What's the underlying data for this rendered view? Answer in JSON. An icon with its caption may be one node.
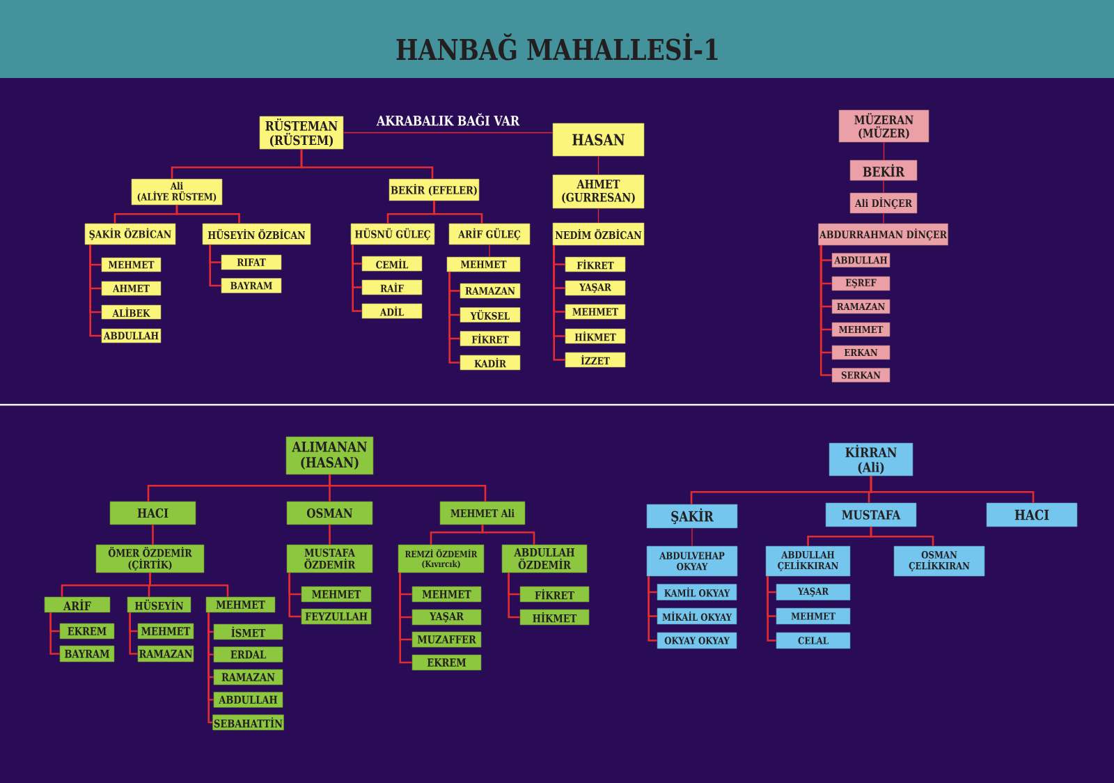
{
  "diagram": {
    "title": "HANBAĞ MAHALLESİ-1",
    "nodes": [
      {
        "text": [
          "RÜSTEMAN (RÜSTEM)"
        ]
      },
      {
        "text": [
          "HASAN"
        ]
      },
      {
        "text": [
          "Ali (ALİYE RÜSTEM)"
        ]
      },
      {
        "text": [
          "BEKİR (EFELER)"
        ]
      },
      {
        "text": [
          "ŞAKİR ÖZBİCAN"
        ]
      },
      {
        "text": [
          "HÜSEYİN ÖZBİCAN"
        ]
      },
      {
        "text": [
          "HÜSNÜ GÜLEÇ"
        ]
      },
      {
        "text": [
          "ARİF GÜLEÇ"
        ]
      },
      {
        "text": [
          "MEHMET"
        ]
      },
      {
        "text": [
          "AHMET"
        ]
      },
      {
        "text": [
          "ALİBEK"
        ]
      },
      {
        "text": [
          "ABDULLAH"
        ]
      },
      {
        "text": [
          "RIFAT"
        ]
      },
      {
        "text": [
          "BAYRAM"
        ]
      },
      {
        "text": [
          "CEMİL"
        ]
      },
      {
        "text": [
          "RAİF"
        ]
      },
      {
        "text": [
          "ADİL"
        ]
      },
      {
        "text": [
          "MEHMET"
        ]
      },
      {
        "text": [
          "RAMAZAN"
        ]
      },
      {
        "text": [
          "YÜKSEL"
        ]
      },
      {
        "text": [
          "FİKRET"
        ]
      },
      {
        "text": [
          "KADİR"
        ]
      },
      {
        "text": [
          "AHMET (GURRESAN)"
        ]
      },
      {
        "text": [
          "NEDİM ÖZBİCAN"
        ]
      },
      {
        "text": [
          "FİKRET"
        ]
      },
      {
        "text": [
          "YAŞAR"
        ]
      },
      {
        "text": [
          "MEHMET"
        ]
      },
      {
        "text": [
          "HİKMET"
        ]
      },
      {
        "text": [
          "İZZET"
        ]
      },
      {
        "text": [
          "MÜZERAN (MÜZER)"
        ]
      },
      {
        "text": [
          "BEKİR"
        ]
      },
      {
        "text": [
          "Ali DİNÇER"
        ]
      },
      {
        "text": [
          "ABDURRAHMAN DİNÇER"
        ]
      },
      {
        "text": [
          "ABDULLAH"
        ]
      },
      {
        "text": [
          "EŞREF"
        ]
      },
      {
        "text": [
          "RAMAZAN"
        ]
      },
      {
        "text": [
          "MEHMET"
        ]
      },
      {
        "text": [
          "ERKAN"
        ]
      },
      {
        "text": [
          "SERKAN"
        ]
      },
      {
        "text": [
          "ALIMANAN (HASAN)"
        ]
      },
      {
        "text": [
          "HACI"
        ]
      },
      {
        "text": [
          "OSMAN"
        ]
      },
      {
        "text": [
          "MEHMET Ali"
        ]
      },
      {
        "text": [
          "ÖMER ÖZDEMİR (ÇİRTİK)"
        ]
      },
      {
        "text": [
          "MUSTAFA ÖZDEMİR"
        ]
      },
      {
        "text": [
          "REMZİ ÖZDEMİR (Kıvırcık)"
        ]
      },
      {
        "text": [
          "ABDULLAH ÖZDEMİR"
        ]
      },
      {
        "text": [
          "ARİF"
        ]
      },
      {
        "text": [
          "HÜSEYİN"
        ]
      },
      {
        "text": [
          "MEHMET"
        ]
      },
      {
        "text": [
          "EKREM"
        ]
      },
      {
        "text": [
          "BAYRAM"
        ]
      },
      {
        "text": [
          "MEHMET"
        ]
      },
      {
        "text": [
          "RAMAZAN"
        ]
      },
      {
        "text": [
          "İSMET"
        ]
      },
      {
        "text": [
          "ERDAL"
        ]
      },
      {
        "text": [
          "RAMAZAN"
        ]
      },
      {
        "text": [
          "ABDULLAH"
        ]
      },
      {
        "text": [
          "SEBAHATTİN"
        ]
      },
      {
        "text": [
          "MEHMET"
        ]
      },
      {
        "text": [
          "FEYZULLAH"
        ]
      },
      {
        "text": [
          "MEHMET"
        ]
      },
      {
        "text": [
          "YAŞAR"
        ]
      },
      {
        "text": [
          "MUZAFFER"
        ]
      },
      {
        "text": [
          "EKREM"
        ]
      },
      {
        "text": [
          "FİKRET"
        ]
      },
      {
        "text": [
          "HİKMET"
        ]
      },
      {
        "text": [
          "KİRRAN (Ali)"
        ]
      },
      {
        "text": [
          "ŞAKİR"
        ]
      },
      {
        "text": [
          "MUSTAFA"
        ]
      },
      {
        "text": [
          "HACI"
        ]
      },
      {
        "text": [
          "ABDULVEHAP OKYAY"
        ]
      },
      {
        "text": [
          "ABDULLAH ÇELİKKIRAN"
        ]
      },
      {
        "text": [
          "OSMAN ÇELİKKIRAN"
        ]
      },
      {
        "text": [
          "KAMİL OKYAY"
        ]
      },
      {
        "text": [
          "MİKAİL OKYAY"
        ]
      },
      {
        "text": [
          "OKYAY OKYAY"
        ]
      },
      {
        "text": [
          "YAŞAR"
        ]
      },
      {
        "text": [
          "MEHMET"
        ]
      },
      {
        "text": [
          "CELAL"
        ]
      }
    ],
    "edges": [
      {
        "from": 0,
        "to": 1,
        "arrow": "none",
        "label": "AKRABALIK BAĞI VAR"
      },
      {
        "from": 0,
        "to": 2,
        "arrow": "none"
      },
      {
        "from": 0,
        "to": 3,
        "arrow": "none"
      },
      {
        "from": 1,
        "to": 22,
        "arrow": "none"
      },
      {
        "from": 2,
        "to": 4,
        "arrow": "none"
      },
      {
        "from": 2,
        "to": 5,
        "arrow": "none"
      },
      {
        "from": 3,
        "to": 6,
        "arrow": "none"
      },
      {
        "from": 3,
        "to": 7,
        "arrow": "none"
      },
      {
        "from": 4,
        "to": 8,
        "arrow": "none"
      },
      {
        "from": 4,
        "to": 9,
        "arrow": "none"
      },
      {
        "from": 4,
        "to": 10,
        "arrow": "none"
      },
      {
        "from": 4,
        "to": 11,
        "arrow": "none"
      },
      {
        "from": 5,
        "to": 12,
        "arrow": "none"
      },
      {
        "from": 5,
        "to": 13,
        "arrow": "none"
      },
      {
        "from": 6,
        "to": 14,
        "arrow": "none"
      },
      {
        "from": 6,
        "to": 15,
        "arrow": "none"
      },
      {
        "from": 6,
        "to": 16,
        "arrow": "none"
      },
      {
        "from": 7,
        "to": 17,
        "arrow": "none"
      },
      {
        "from": 17,
        "to": 18,
        "arrow": "none"
      },
      {
        "from": 17,
        "to": 19,
        "arrow": "none"
      },
      {
        "from": 17,
        "to": 20,
        "arrow": "none"
      },
      {
        "from": 17,
        "to": 21,
        "arrow": "none"
      },
      {
        "from": 22,
        "to": 23,
        "arrow": "none"
      },
      {
        "from": 23,
        "to": 24,
        "arrow": "none"
      },
      {
        "from": 23,
        "to": 25,
        "arrow": "none"
      },
      {
        "from": 23,
        "to": 26,
        "arrow": "none"
      },
      {
        "from": 23,
        "to": 27,
        "arrow": "none"
      },
      {
        "from": 23,
        "to": 28,
        "arrow": "none"
      },
      {
        "from": 29,
        "to": 30,
        "arrow": "none"
      },
      {
        "from": 30,
        "to": 31,
        "arrow": "none"
      },
      {
        "from": 31,
        "to": 32,
        "arrow": "none"
      },
      {
        "from": 32,
        "to": 33,
        "arrow": "none"
      },
      {
        "from": 32,
        "to": 34,
        "arrow": "none"
      },
      {
        "from": 32,
        "to": 35,
        "arrow": "none"
      },
      {
        "from": 32,
        "to": 36,
        "arrow": "none"
      },
      {
        "from": 32,
        "to": 37,
        "arrow": "none"
      },
      {
        "from": 32,
        "to": 38,
        "arrow": "none"
      },
      {
        "from": 39,
        "to": 40,
        "arrow": "none"
      },
      {
        "from": 39,
        "to": 41,
        "arrow": "none"
      },
      {
        "from": 39,
        "to": 42,
        "arrow": "none"
      },
      {
        "from": 40,
        "to": 43,
        "arrow": "none"
      },
      {
        "from": 41,
        "to": 44,
        "arrow": "none"
      },
      {
        "from": 42,
        "to": 45,
        "arrow": "none"
      },
      {
        "from": 42,
        "to": 46,
        "arrow": "none"
      },
      {
        "from": 43,
        "to": 47,
        "arrow": "none"
      },
      {
        "from": 43,
        "to": 48,
        "arrow": "none"
      },
      {
        "from": 43,
        "to": 49,
        "arrow": "none"
      },
      {
        "from": 44,
        "to": 59,
        "arrow": "none"
      },
      {
        "from": 44,
        "to": 60,
        "arrow": "none"
      },
      {
        "from": 45,
        "to": 61,
        "arrow": "none"
      },
      {
        "from": 45,
        "to": 62,
        "arrow": "none"
      },
      {
        "from": 45,
        "to": 63,
        "arrow": "none"
      },
      {
        "from": 45,
        "to": 64,
        "arrow": "none"
      },
      {
        "from": 46,
        "to": 65,
        "arrow": "none"
      },
      {
        "from": 46,
        "to": 66,
        "arrow": "none"
      },
      {
        "from": 47,
        "to": 50,
        "arrow": "none"
      },
      {
        "from": 47,
        "to": 51,
        "arrow": "none"
      },
      {
        "from": 48,
        "to": 52,
        "arrow": "none"
      },
      {
        "from": 48,
        "to": 53,
        "arrow": "none"
      },
      {
        "from": 49,
        "to": 54,
        "arrow": "none"
      },
      {
        "from": 49,
        "to": 55,
        "arrow": "none"
      },
      {
        "from": 49,
        "to": 56,
        "arrow": "none"
      },
      {
        "from": 49,
        "to": 57,
        "arrow": "none"
      },
      {
        "from": 49,
        "to": 58,
        "arrow": "none"
      },
      {
        "from": 67,
        "to": 68,
        "arrow": "none"
      },
      {
        "from": 67,
        "to": 69,
        "arrow": "none"
      },
      {
        "from": 67,
        "to": 70,
        "arrow": "none"
      },
      {
        "from": 68,
        "to": 71,
        "arrow": "none"
      },
      {
        "from": 69,
        "to": 72,
        "arrow": "none"
      },
      {
        "from": 69,
        "to": 73,
        "arrow": "none"
      },
      {
        "from": 71,
        "to": 74,
        "arrow": "none"
      },
      {
        "from": 71,
        "to": 75,
        "arrow": "none"
      },
      {
        "from": 71,
        "to": 76,
        "arrow": "none"
      },
      {
        "from": 72,
        "to": 77,
        "arrow": "none"
      },
      {
        "from": 72,
        "to": 78,
        "arrow": "none"
      },
      {
        "from": 72,
        "to": 79,
        "arrow": "none"
      }
    ]
  }
}
